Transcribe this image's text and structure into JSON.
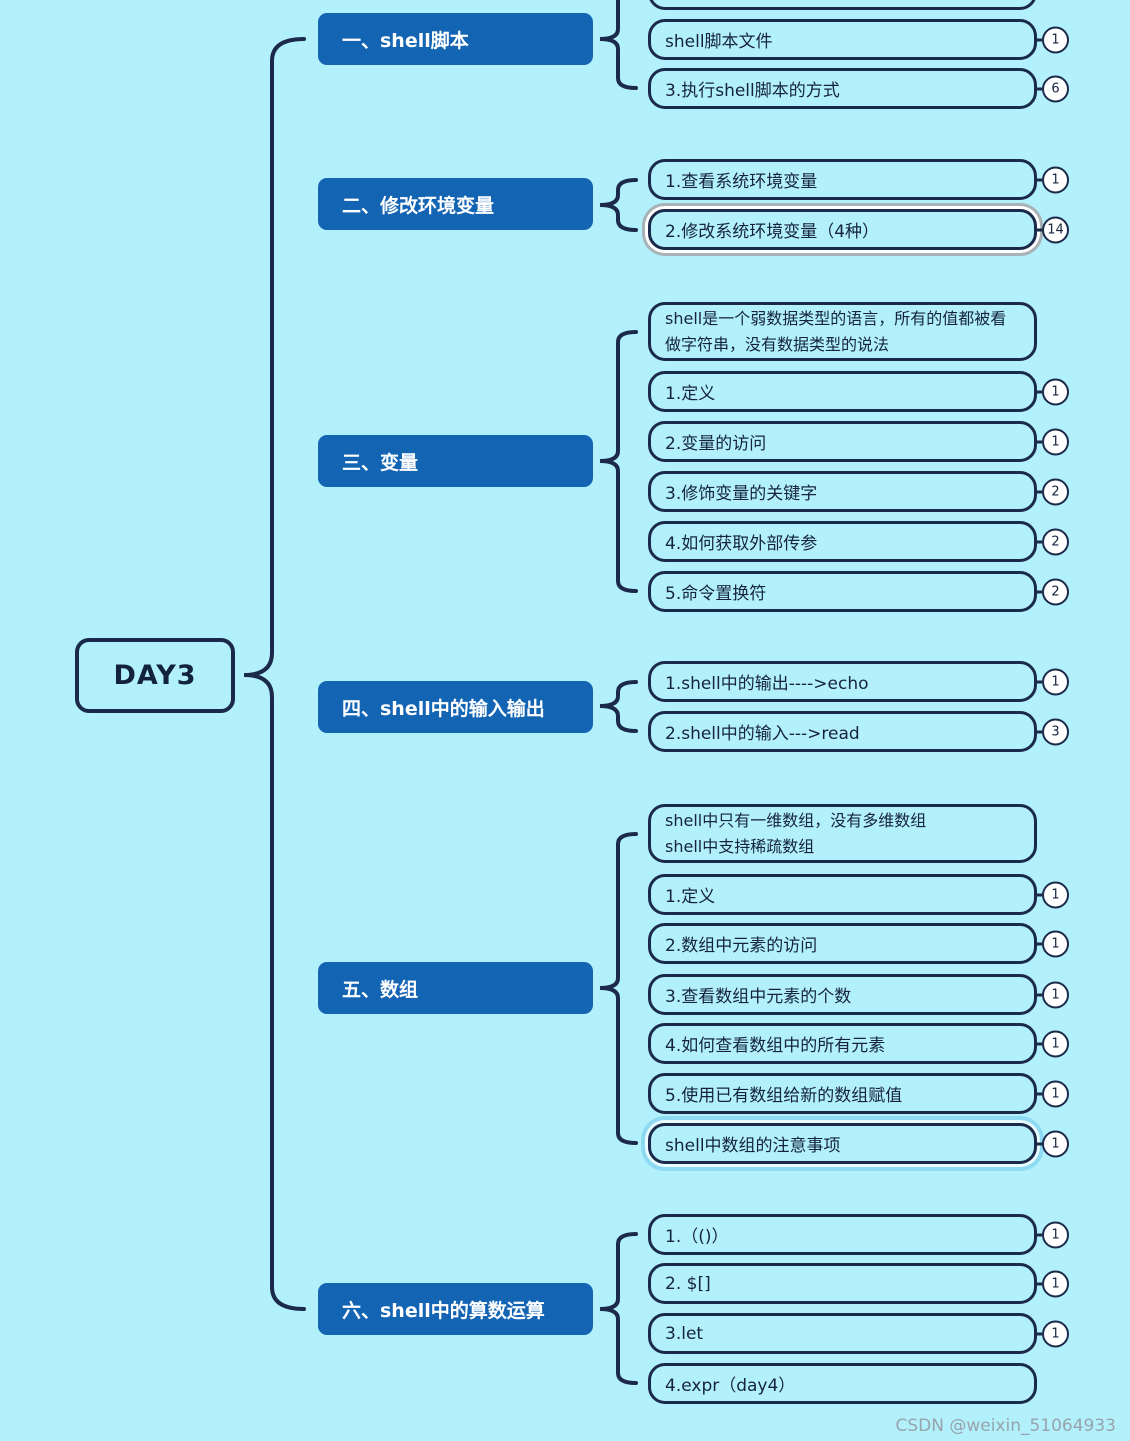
{
  "root": {
    "label": "DAY3"
  },
  "watermark": "CSDN @weixin_51064933",
  "colors": {
    "background": "#b2f0fb",
    "branch_fill": "#1464b4",
    "branch_text": "#ffffff",
    "outline": "#1b2a4a",
    "badge_fill": "#ffffff",
    "selection_ring_gray": "#a9b2b6",
    "selection_ring_blue": "#8edaf2"
  },
  "branches": [
    {
      "label": "一、shell脚本",
      "children": [
        {
          "label": "",
          "badge": ""
        },
        {
          "label": "shell脚本文件",
          "badge": "1"
        },
        {
          "label": "3.执行shell脚本的方式",
          "badge": "6"
        }
      ]
    },
    {
      "label": "二、修改环境变量",
      "children": [
        {
          "label": "1.查看系统环境变量",
          "badge": "1"
        },
        {
          "label": "2.修改系统环境变量（4种）",
          "badge": "14",
          "selected": "gray"
        }
      ]
    },
    {
      "label": "三、变量",
      "children": [
        {
          "label": "shell是一个弱数据类型的语言，所有的值都被看做字符串，没有数据类型的说法",
          "badge": ""
        },
        {
          "label": "1.定义",
          "badge": "1"
        },
        {
          "label": "2.变量的访问",
          "badge": "1"
        },
        {
          "label": "3.修饰变量的关键字",
          "badge": "2"
        },
        {
          "label": "4.如何获取外部传参",
          "badge": "2"
        },
        {
          "label": "5.命令置换符",
          "badge": "2"
        }
      ]
    },
    {
      "label": "四、shell中的输入输出",
      "children": [
        {
          "label": "1.shell中的输出---->echo",
          "badge": "1"
        },
        {
          "label": "2.shell中的输入--->read",
          "badge": "3"
        }
      ]
    },
    {
      "label": "五、数组",
      "children": [
        {
          "label": "shell中只有一维数组，没有多维数组\nshell中支持稀疏数组",
          "badge": ""
        },
        {
          "label": "1.定义",
          "badge": "1"
        },
        {
          "label": "2.数组中元素的访问",
          "badge": "1"
        },
        {
          "label": "3.查看数组中元素的个数",
          "badge": "1"
        },
        {
          "label": "4.如何查看数组中的所有元素",
          "badge": "1"
        },
        {
          "label": "5.使用已有数组给新的数组赋值",
          "badge": "1"
        },
        {
          "label": "shell中数组的注意事项",
          "badge": "1",
          "selected": "blue"
        }
      ]
    },
    {
      "label": "六、shell中的算数运算",
      "children": [
        {
          "label": "1.（()）",
          "badge": "1"
        },
        {
          "label": "2. $[]",
          "badge": "1"
        },
        {
          "label": "3.let",
          "badge": "1"
        },
        {
          "label": "4.expr（day4）",
          "badge": ""
        }
      ]
    }
  ]
}
